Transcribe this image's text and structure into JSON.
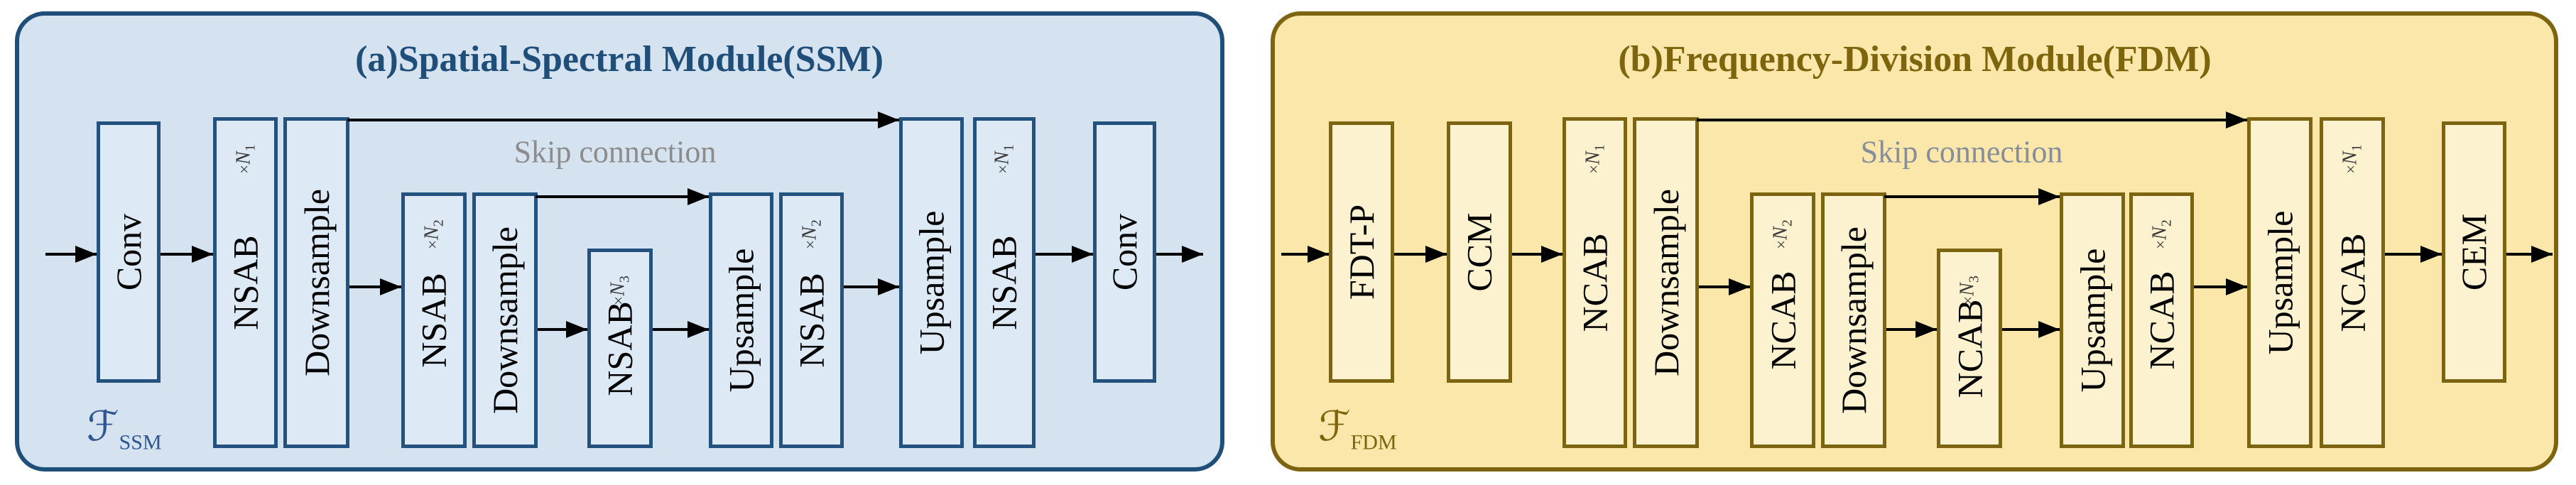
{
  "figure": {
    "panels": [
      {
        "id": "ssm",
        "title": "(a)Spatial-Spectral Module(SSM)",
        "skip_label": "Skip connection",
        "f_symbol": "ℱ",
        "f_sub": "SSM",
        "colors": {
          "panel_bg": "#d5e2f0",
          "panel_border": "#1f4e79",
          "block_bg": "#dee9f6",
          "block_border": "#24527e",
          "title_text": "#1f4e79",
          "skip_text": "#8c8c8c",
          "f_label": "#2f5693"
        },
        "blocks": [
          {
            "label": "Conv"
          },
          {
            "label": "NSAB",
            "mult_times": "×",
            "mult_n": "N",
            "mult_sub": "1"
          },
          {
            "label": "Downsample"
          },
          {
            "label": "NSAB",
            "mult_times": "×",
            "mult_n": "N",
            "mult_sub": "2"
          },
          {
            "label": "Downsample"
          },
          {
            "label": "NSAB",
            "mult_times": "×",
            "mult_n": "N",
            "mult_sub": "3"
          },
          {
            "label": "Upsample"
          },
          {
            "label": "NSAB",
            "mult_times": "×",
            "mult_n": "N",
            "mult_sub": "2"
          },
          {
            "label": "Upsample"
          },
          {
            "label": "NSAB",
            "mult_times": "×",
            "mult_n": "N",
            "mult_sub": "1"
          },
          {
            "label": "Conv"
          }
        ]
      },
      {
        "id": "fdm",
        "title": "(b)Frequency-Division Module(FDM)",
        "skip_label": "Skip connection",
        "f_symbol": "ℱ",
        "f_sub": "FDM",
        "colors": {
          "panel_bg": "#fbe7a9",
          "panel_border": "#7c6410",
          "block_bg": "#fdf2cf",
          "block_border": "#7c6410",
          "title_text": "#7d650e",
          "skip_text": "#878e9b",
          "f_label": "#7d650e"
        },
        "blocks": [
          {
            "label": "FDT-P"
          },
          {
            "label": "CCM"
          },
          {
            "label": "NCAB",
            "mult_times": "×",
            "mult_n": "N",
            "mult_sub": "1"
          },
          {
            "label": "Downsample"
          },
          {
            "label": "NCAB",
            "mult_times": "×",
            "mult_n": "N",
            "mult_sub": "2"
          },
          {
            "label": "Downsample"
          },
          {
            "label": "NCAB",
            "mult_times": "×",
            "mult_n": "N",
            "mult_sub": "3"
          },
          {
            "label": "Upsample"
          },
          {
            "label": "NCAB",
            "mult_times": "×",
            "mult_n": "N",
            "mult_sub": "2"
          },
          {
            "label": "Upsample"
          },
          {
            "label": "NCAB",
            "mult_times": "×",
            "mult_n": "N",
            "mult_sub": "1"
          },
          {
            "label": "CEM"
          }
        ],
        "arrow_color": "#000000"
      }
    ]
  }
}
